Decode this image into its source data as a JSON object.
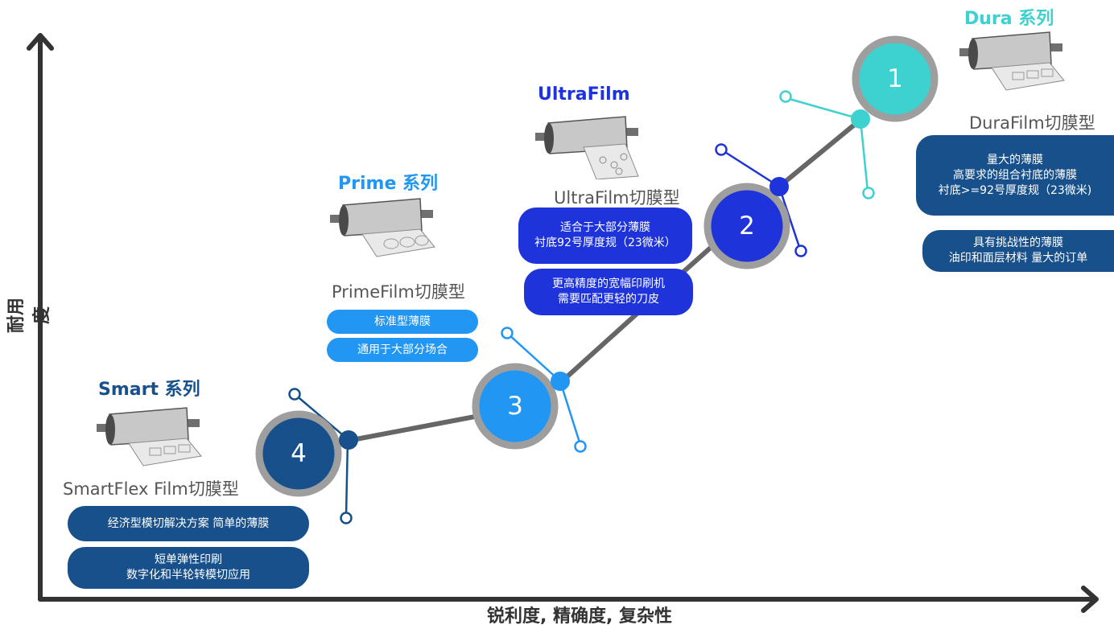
{
  "axes": {
    "y_label": "耐用度",
    "x_label": "锐利度, 精确度, 复杂性"
  },
  "colors": {
    "smart": "#17508a",
    "prime": "#2196f3",
    "ultra": "#1e33d9",
    "dura": "#3dd1cf",
    "ring": "#9e9e9e",
    "axis": "#333333",
    "path": "#666666"
  },
  "levels": [
    {
      "number": "1",
      "series": "Dura 系列",
      "model": "DuraFilm切膜型",
      "boxes": [
        [
          "量大的薄膜",
          "高要求的组合衬底的薄膜",
          "衬底>=92号厚度规（23微米)"
        ],
        [
          "具有挑战性的薄膜",
          "油印和面层材料  量大的订单"
        ]
      ]
    },
    {
      "number": "2",
      "series": "UltraFilm",
      "model": "UltraFilm切膜型",
      "boxes": [
        [
          "适合于大部分薄膜",
          "衬底92号厚度规（23微米）"
        ],
        [
          "更高精度的宽幅印刷机",
          "需要匹配更轻的刀皮"
        ]
      ]
    },
    {
      "number": "3",
      "series": "Prime 系列",
      "model": "PrimeFilm切膜型",
      "boxes": [
        [
          "标准型薄膜"
        ],
        [
          "通用于大部分场合"
        ]
      ]
    },
    {
      "number": "4",
      "series": "Smart 系列",
      "model": "SmartFlex Film切膜型",
      "boxes": [
        [
          "经济型模切解决方案 简单的薄膜"
        ],
        [
          "短单弹性印刷",
          "数字化和半轮转模切应用"
        ]
      ]
    }
  ],
  "icons": [
    "rotary-die-roller-icon"
  ]
}
